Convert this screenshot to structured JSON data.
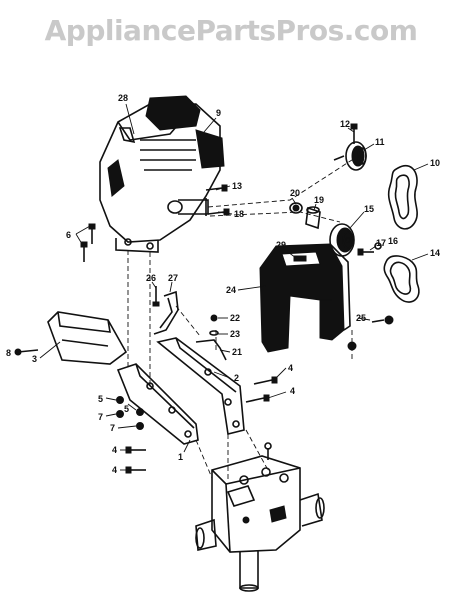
{
  "watermark": "AppliancePartsPros.com",
  "top_mark": "",
  "diagram": {
    "labels": [
      "28",
      "9",
      "13",
      "18",
      "12",
      "11",
      "10",
      "20",
      "19",
      "15",
      "17",
      "16",
      "14",
      "29",
      "24",
      "6",
      "26",
      "27",
      "22",
      "23",
      "21",
      "25",
      "2",
      "3",
      "8",
      "4",
      "5",
      "7",
      "1"
    ]
  }
}
